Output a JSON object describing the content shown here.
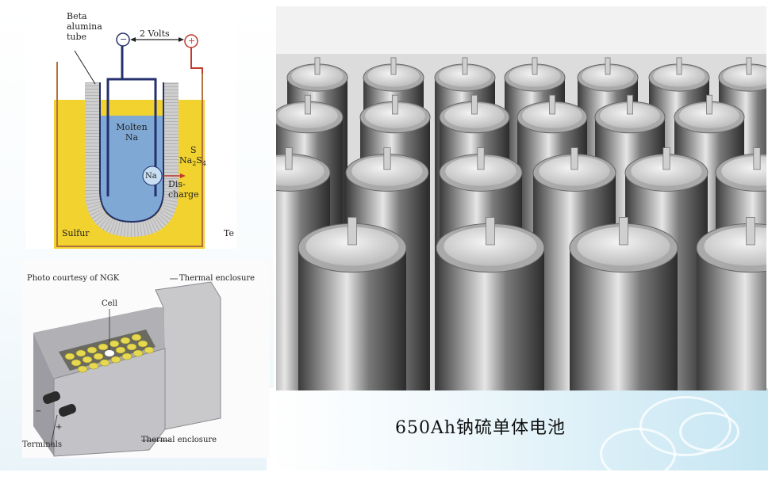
{
  "cell_diagram": {
    "tube_label": "Beta\nalumina\ntube",
    "voltage_label": "2 Volts",
    "negative_sign": "−",
    "positive_sign": "+",
    "molten_label": "Molten\nNa",
    "sulfur_label": "S\nNa",
    "sulfur_sub": "2",
    "sulfur_s": "S",
    "sulfur_sub2": "4",
    "na_ion": "Na",
    "discharge_label": "Dis-\ncharge",
    "sulfur_bottom": "Sulfur",
    "cut_text": "Te",
    "colors": {
      "sulfur": "#f2d22e",
      "sodium": "#7fa9d4",
      "tube": "#d8d8d8"
    }
  },
  "module_diagram": {
    "credit": "Photo courtesy of NGK",
    "thermal_top": "Thermal enclosure",
    "cell_label": "Cell",
    "thermal_bottom": "Thermal enclosure",
    "terminals_label": "Terminals",
    "minus": "−",
    "plus": "+"
  },
  "photo": {
    "caption": "650Ah钠硫单体电池"
  }
}
